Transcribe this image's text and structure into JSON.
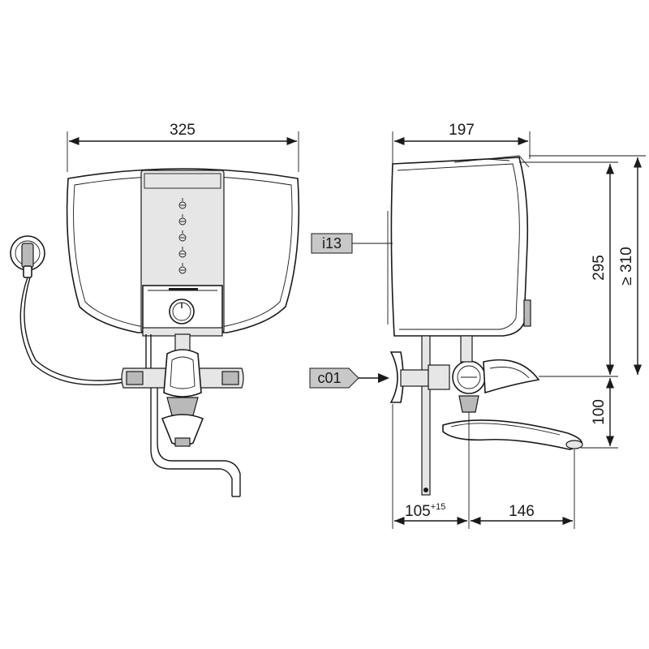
{
  "dimensions": {
    "width_front": "325",
    "depth_side": "197",
    "height_body": "295",
    "height_min": "≥ 310",
    "tap_height": "100",
    "pipe_offset": "105",
    "pipe_offset_tol": "+15",
    "spout_reach": "146"
  },
  "labels": {
    "callout_top": "i13",
    "callout_bottom": "c01"
  },
  "colors": {
    "line": "#1a1a1a",
    "callout_fill": "#c8c8c8"
  },
  "icons": {
    "plug": "power-plug-icon",
    "temperature_knob": "knob-icon"
  }
}
